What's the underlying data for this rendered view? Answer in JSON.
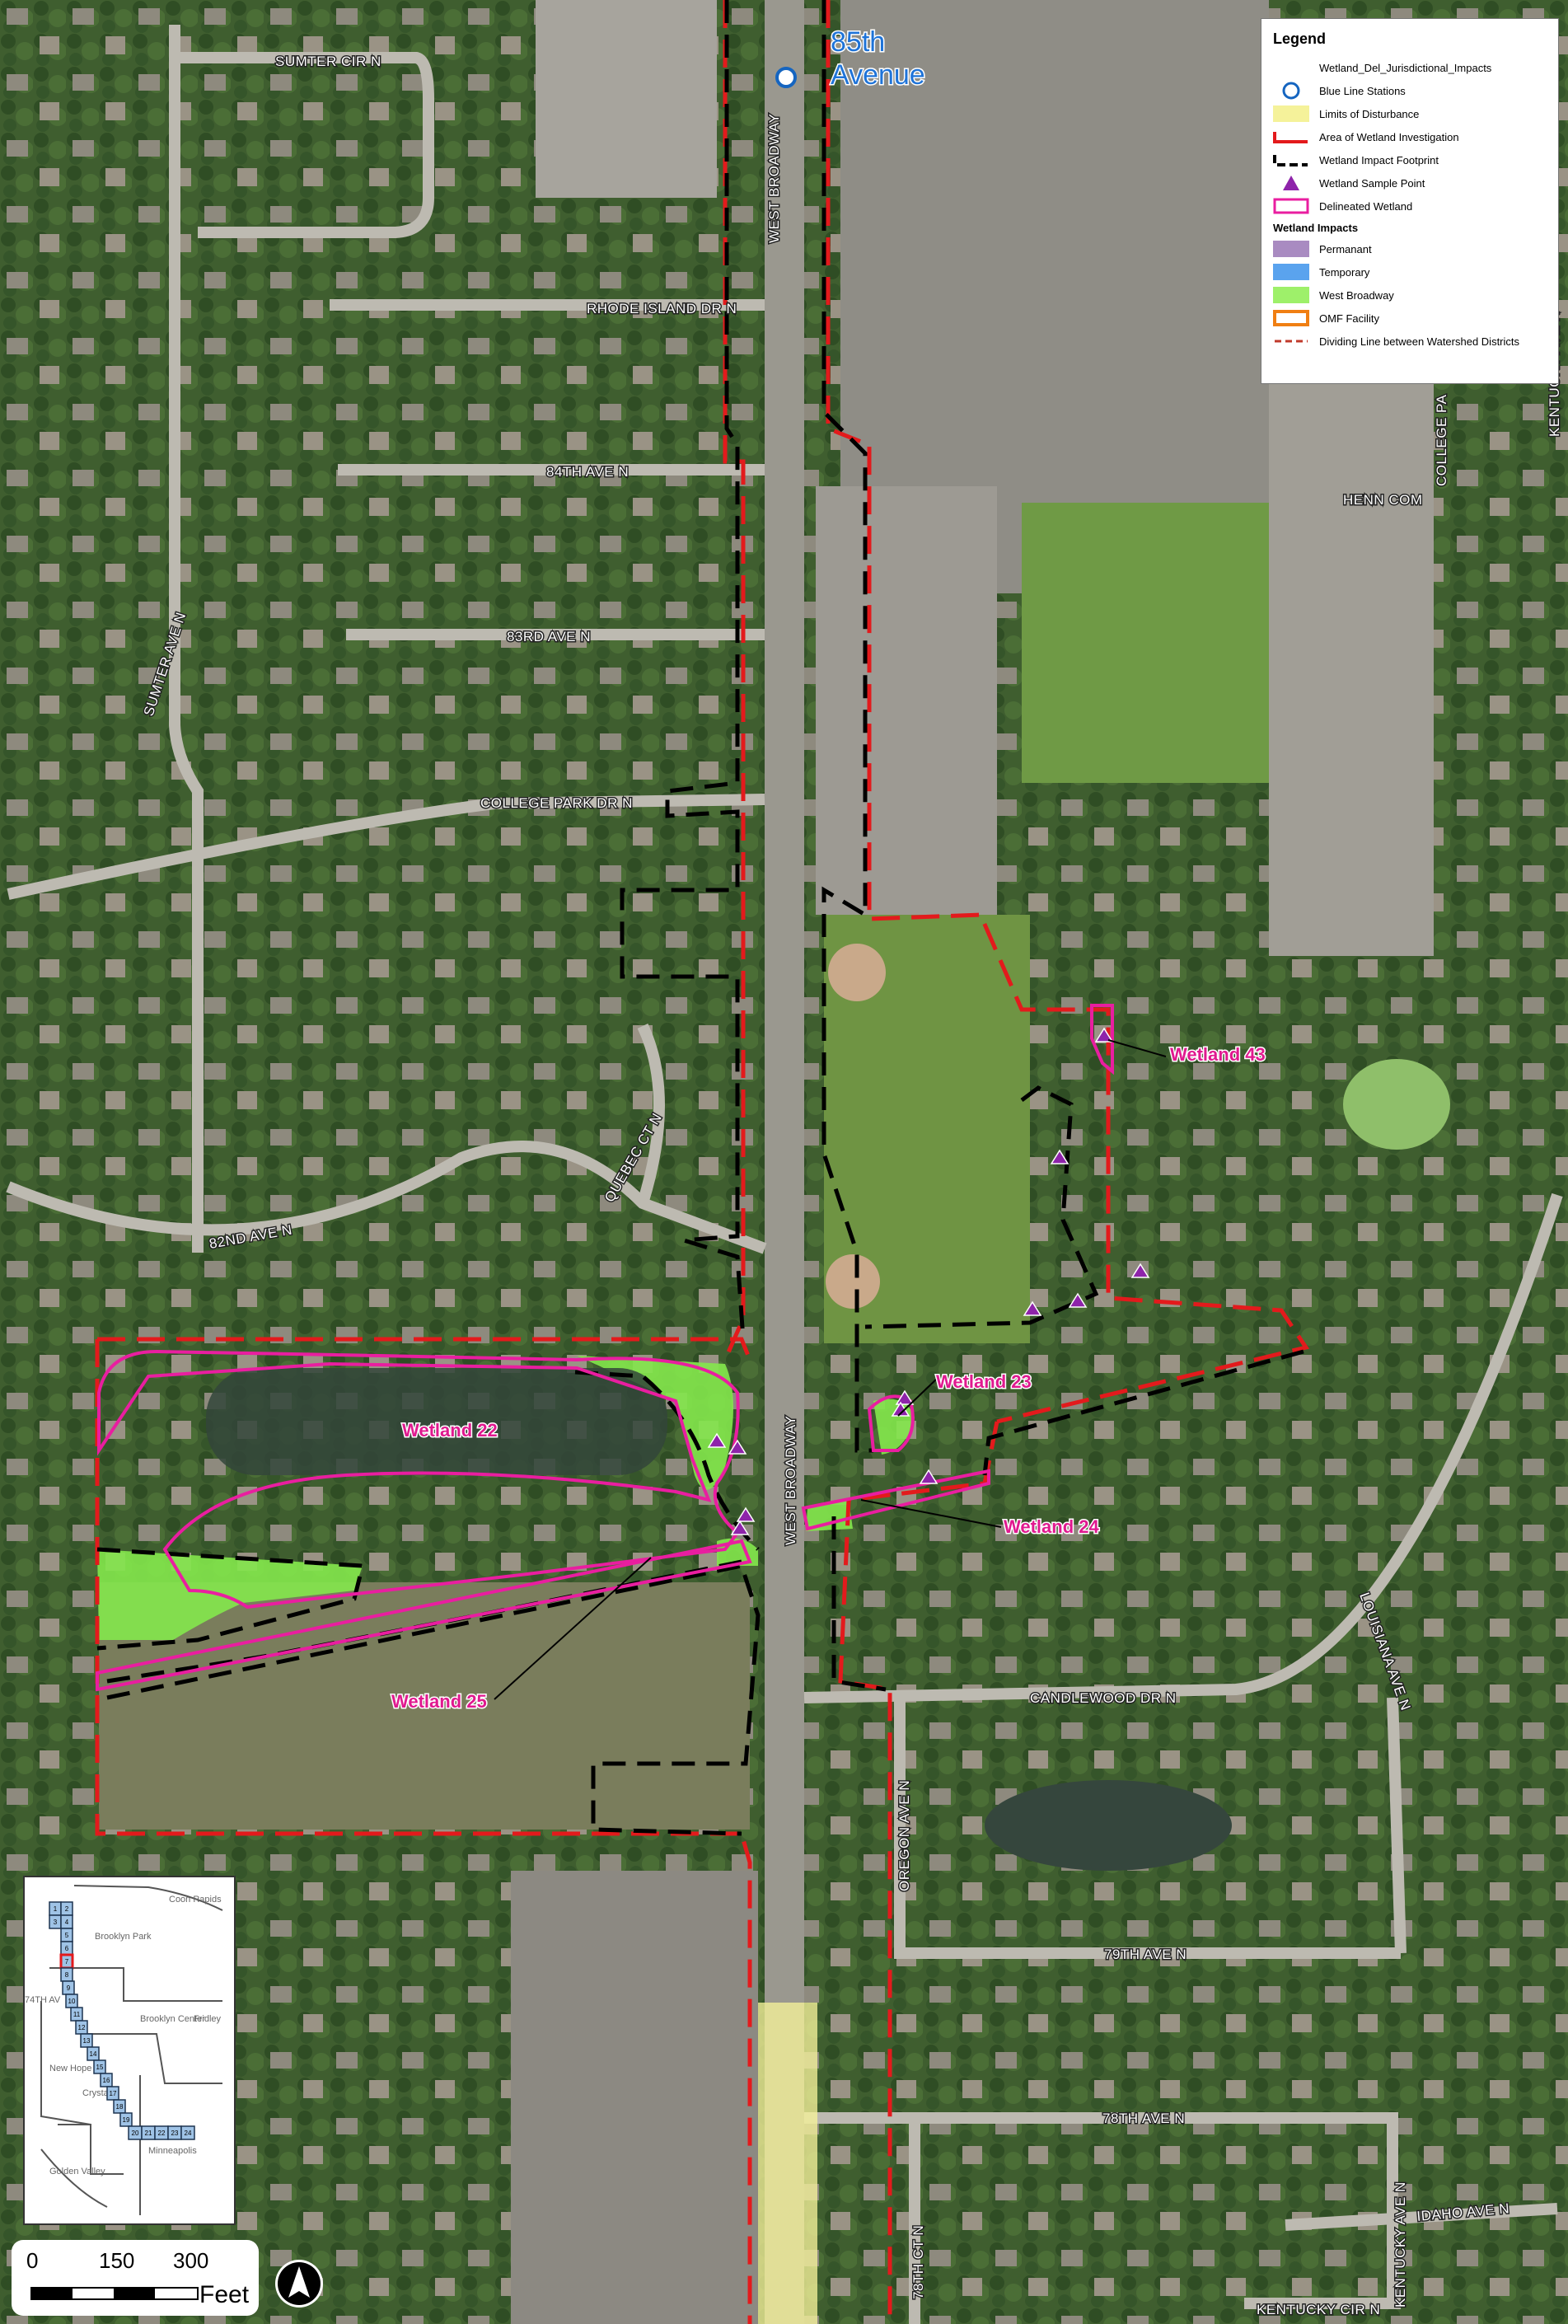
{
  "station": {
    "label_line1": "85th",
    "label_line2": "Avenue"
  },
  "streets": {
    "sumter_cir": "SUMTER CIR N",
    "west_broadway_north": "WEST BROADWAY",
    "rhode_island": "RHODE ISLAND DR N",
    "ave_84": "84TH AVE N",
    "sumter_ave": "SUMTER AVE N",
    "ave_83": "83RD AVE N",
    "college_park_dr": "COLLEGE PARK DR N",
    "quebec_ct": "QUEBEC CT N",
    "ave_82": "82ND AVE N",
    "henn_com": "HENN COM",
    "college_pa": "COLLEGE PA",
    "kentucky_ave": "KENTUCKY AVE N",
    "west_broadway_south": "WEST BROADWAY",
    "candlewood": "CANDLEWOOD DR N",
    "louisiana": "LOUISIANA AVE N",
    "oregon": "OREGON AVE N",
    "ave_79": "79TH AVE N",
    "ave_78": "78TH AVE N",
    "ct_78": "78TH CT N",
    "idaho": "IDAHO AVE N",
    "kentucky_ave_s": "KENTUCKY AVE N",
    "kentucky_cir": "KENTUCKY CIR N"
  },
  "wetlands": {
    "w43": "Wetland 43",
    "w23": "Wetland 23",
    "w22": "Wetland 22",
    "w24": "Wetland 24",
    "w25": "Wetland 25"
  },
  "legend": {
    "title": "Legend",
    "items": [
      {
        "label": "Wetland_Del_Jurisdictional_Impacts"
      },
      {
        "label": "Blue Line Stations",
        "color": "#1565c0"
      },
      {
        "label": "Limits of Disturbance",
        "color": "#f5f29a"
      },
      {
        "label": "Area of Wetland Investigation",
        "color": "#e31a1c"
      },
      {
        "label": "Wetland Impact Footprint",
        "color": "#000000"
      },
      {
        "label": "Wetland Sample Point",
        "color": "#8e24aa"
      },
      {
        "label": "Delineated Wetland",
        "color": "#e91ea0"
      }
    ],
    "subheading": "Wetland Impacts",
    "impact_items": [
      {
        "label": "Permanant",
        "color": "#a98bc1"
      },
      {
        "label": "Temporary",
        "color": "#5aa3ee"
      },
      {
        "label": "West Broadway",
        "color": "#9ef06a"
      },
      {
        "label": "OMF Facility",
        "color": "#f07f13"
      },
      {
        "label": "Dividing Line between Watershed Districts",
        "color": "#c0392b"
      }
    ]
  },
  "inset": {
    "places": [
      "Coon Rapids",
      "Brooklyn Park",
      "Brooklyn Center",
      "Fridley",
      "New Hope",
      "Crystal",
      "Minneapolis",
      "Golden Valley"
    ],
    "road": "74TH AV",
    "segments": [
      "1",
      "2",
      "3",
      "4",
      "5",
      "6",
      "7",
      "8",
      "9",
      "10",
      "11",
      "12",
      "13",
      "14",
      "15",
      "16",
      "17",
      "18",
      "19",
      "20",
      "21",
      "22",
      "23",
      "24"
    ],
    "current_segment": "7"
  },
  "scale": {
    "ticks": [
      "0",
      "150",
      "300"
    ],
    "unit": "Feet"
  }
}
